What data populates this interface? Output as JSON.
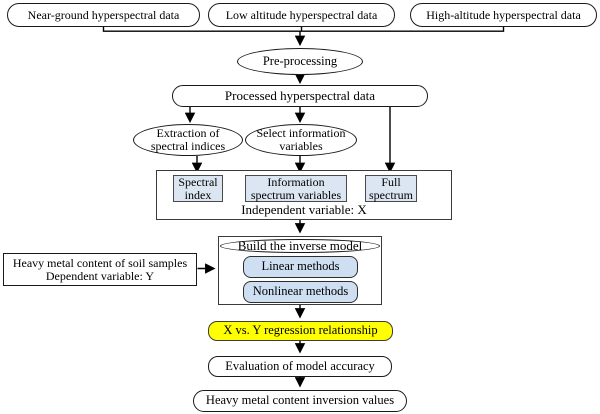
{
  "colors": {
    "highlight": "#ffff00",
    "panel_blue": "#dce6f2",
    "method_blue": "#cfdff2"
  },
  "nodes": {
    "near_ground": "Near-ground hyperspectral data",
    "low_altitude": "Low altitude hyperspectral data",
    "high_altitude": "High-altitude hyperspectral data",
    "preprocessing": "Pre-processing",
    "processed": "Processed hyperspectral data",
    "extraction": {
      "line1": "Extraction of",
      "line2": "spectral indices"
    },
    "select_info": {
      "line1": "Select information",
      "line2": "variables"
    },
    "spectral_index": {
      "line1": "Spectral",
      "line2": "index"
    },
    "info_spectrum": {
      "line1": "Information",
      "line2": "spectrum variables"
    },
    "full_spectrum": {
      "line1": "Full",
      "line2": "spectrum"
    },
    "independent_label": "Independent variable: X",
    "build_model": "Build the inverse model",
    "linear": "Linear methods",
    "nonlinear": "Nonlinear methods",
    "heavy_metal": {
      "line1": "Heavy metal content of soil samples",
      "line2": "Dependent variable: Y"
    },
    "regression": "X vs. Y regression relationship",
    "evaluation": "Evaluation of model accuracy",
    "inversion": "Heavy metal content inversion values"
  }
}
